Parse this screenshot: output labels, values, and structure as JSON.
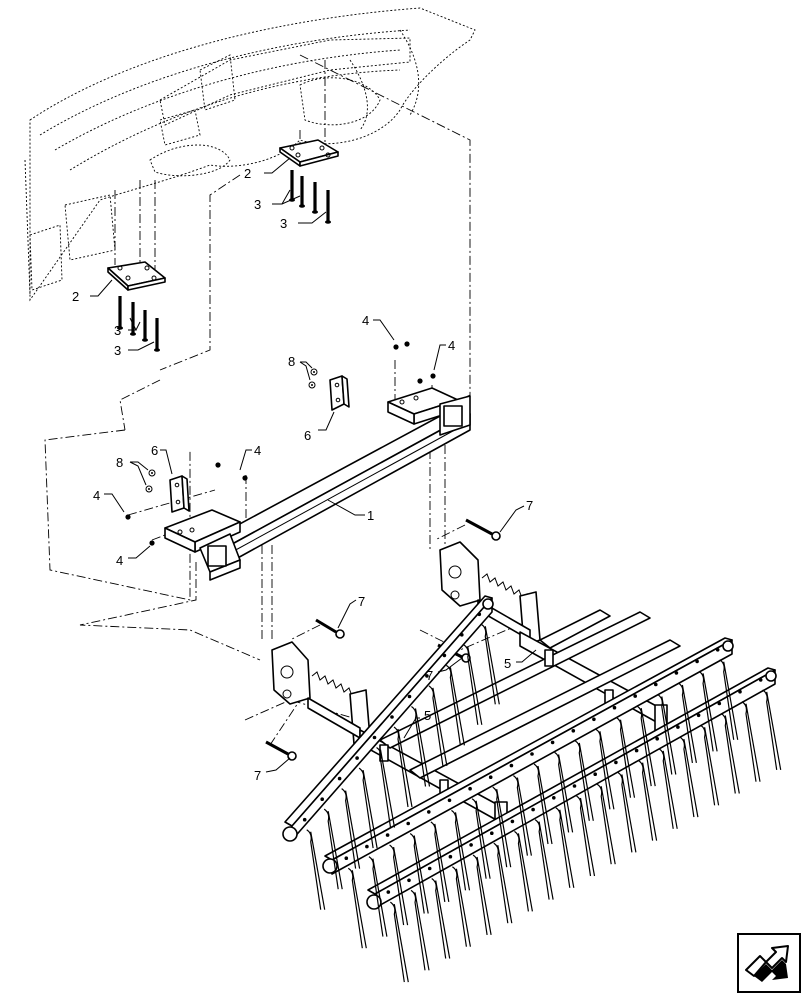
{
  "callouts": {
    "c1": "1",
    "c2a": "2",
    "c2b": "2",
    "c3a": "3",
    "c3b": "3",
    "c3c": "3",
    "c3d": "3",
    "c4a": "4",
    "c4b": "4",
    "c4c": "4",
    "c4d": "4",
    "c4e": "4",
    "c5a": "5",
    "c5b": "5",
    "c6a": "6",
    "c6b": "6",
    "c7a": "7",
    "c7b": "7",
    "c7c": "7",
    "c7d": "7",
    "c8a": "8",
    "c8b": "8"
  },
  "nav_icon": "forward-arrow-icon"
}
